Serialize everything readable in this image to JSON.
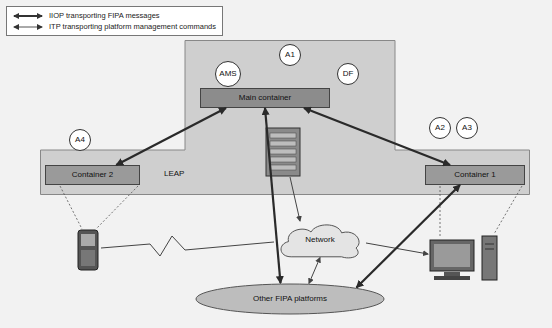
{
  "diagram": {
    "nodes": [
      {
        "text": [
          "LEAP"
        ]
      },
      {
        "text": [
          "A1"
        ],
        "in": 0
      },
      {
        "text": [
          "AMS"
        ],
        "in": 0
      },
      {
        "text": [
          "DF"
        ],
        "in": 0
      },
      {
        "text": [
          "Main container"
        ],
        "in": 0
      },
      {
        "text": [
          "A4"
        ]
      },
      {
        "text": [
          "Container 2"
        ],
        "in": 0
      },
      {
        "text": [
          "A2"
        ]
      },
      {
        "text": [
          "A3"
        ]
      },
      {
        "text": [
          "Container 1"
        ],
        "in": 0
      },
      {
        "text": [
          "Network"
        ]
      },
      {
        "text": [
          "Other FIPA platforms"
        ]
      }
    ],
    "edges": [
      {
        "from": 4,
        "to": 6,
        "arrow": "both"
      },
      {
        "from": 4,
        "to": 9,
        "arrow": "both"
      },
      {
        "from": 4,
        "to": 11,
        "arrow": "both"
      },
      {
        "from": 9,
        "to": 11,
        "arrow": "both"
      },
      {
        "from": 10,
        "to": 11,
        "arrow": "both"
      }
    ],
    "legend": [
      {
        "text": "IIOP transporting FIPA messages"
      },
      {
        "text": "ITP transporting platform management commands"
      }
    ]
  }
}
